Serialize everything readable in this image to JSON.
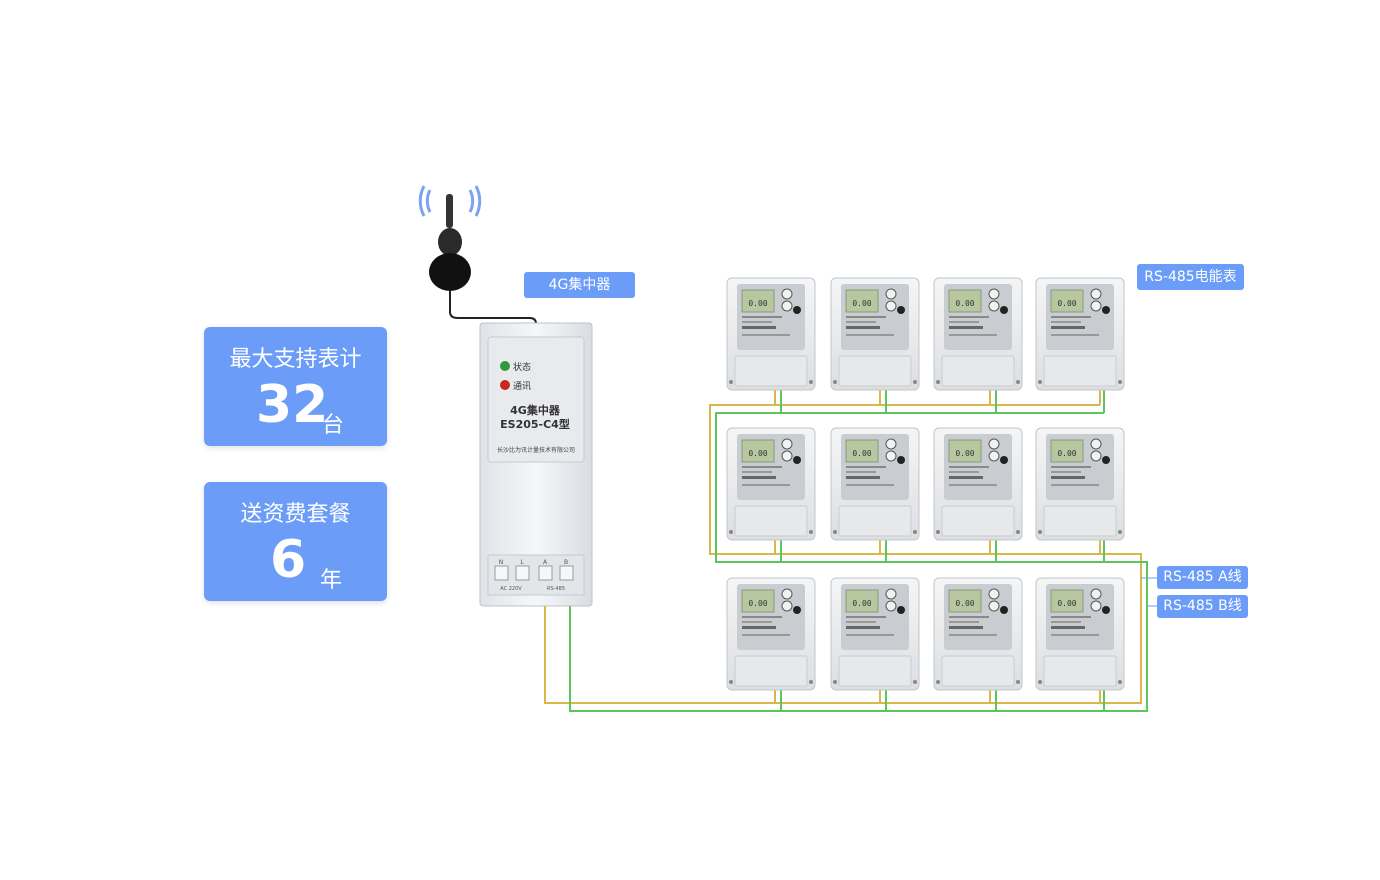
{
  "cards": [
    {
      "label": "最大支持表计",
      "number": "32",
      "unit": "台"
    },
    {
      "label": "送资费套餐",
      "number": "6",
      "unit": "年"
    }
  ],
  "tags": {
    "concentrator": "4G集中器",
    "meter": "RS-485电能表",
    "line_a": "RS-485 A线",
    "line_b": "RS-485 B线"
  },
  "concentrator": {
    "status_led": "状态",
    "comm_led": "通讯",
    "name": "4G集中器",
    "model": "ES205-C4型",
    "company": "长沙比为讯计量技术有限公司",
    "terminals": [
      "N",
      "L",
      "A",
      "B"
    ],
    "terminal_caption_power": "AC 220V",
    "terminal_caption_bus": "RS-485"
  },
  "meters": {
    "rows": 3,
    "per_row": 4,
    "display": "0.00"
  },
  "colors": {
    "accent": "#6b9df8",
    "wire_a": "#d8b84a",
    "wire_b": "#5cc65c",
    "led_status": "#2e9b3a",
    "led_comm": "#c8281e"
  }
}
